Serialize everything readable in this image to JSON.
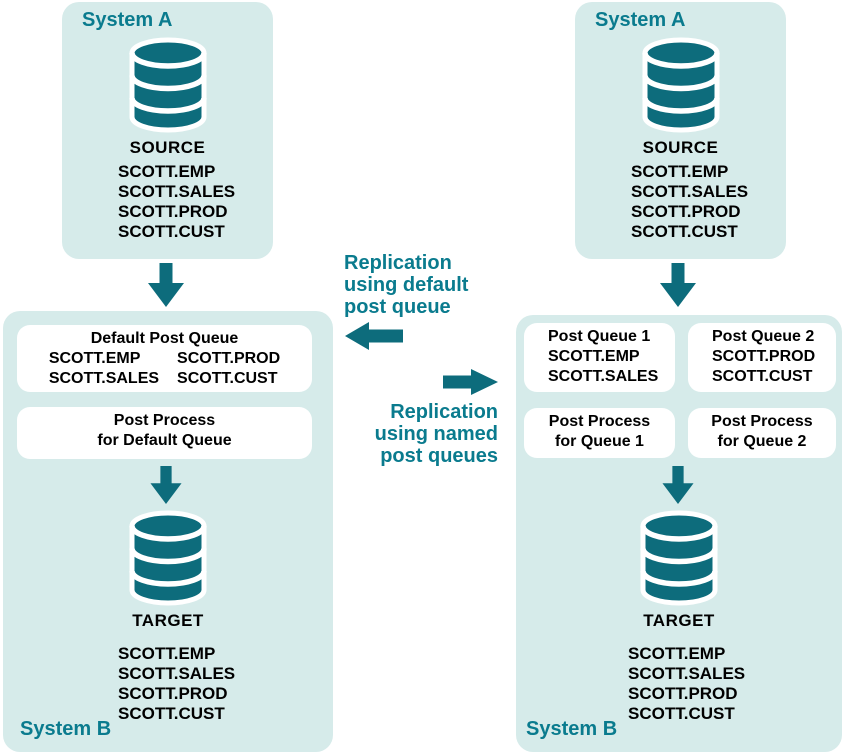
{
  "palette": {
    "teal_shape": "#0d6c7c",
    "teal_text": "#0a7b8e",
    "panel_bg": "#d6ebea",
    "box_bg": "#ffffff",
    "text": "#000000"
  },
  "panels": {
    "left_a": {
      "title": "System A",
      "db_label": "SOURCE",
      "tables": [
        "SCOTT.EMP",
        "SCOTT.SALES",
        "SCOTT.PROD",
        "SCOTT.CUST"
      ]
    },
    "right_a": {
      "title": "System A",
      "db_label": "SOURCE",
      "tables": [
        "SCOTT.EMP",
        "SCOTT.SALES",
        "SCOTT.PROD",
        "SCOTT.CUST"
      ]
    },
    "left_b": {
      "title": "System B",
      "queue": {
        "title": "Default Post Queue",
        "col1": [
          "SCOTT.EMP",
          "SCOTT.SALES"
        ],
        "col2": [
          "SCOTT.PROD",
          "SCOTT.CUST"
        ]
      },
      "process": [
        "Post Process",
        "for Default Queue"
      ],
      "db_label": "TARGET",
      "tables": [
        "SCOTT.EMP",
        "SCOTT.SALES",
        "SCOTT.PROD",
        "SCOTT.CUST"
      ]
    },
    "right_b": {
      "title": "System B",
      "queue1": {
        "title": "Post Queue 1",
        "tables": [
          "SCOTT.EMP",
          "SCOTT.SALES"
        ]
      },
      "queue2": {
        "title": "Post Queue 2",
        "tables": [
          "SCOTT.PROD",
          "SCOTT.CUST"
        ]
      },
      "process1": [
        "Post Process",
        "for Queue 1"
      ],
      "process2": [
        "Post Process",
        "for Queue 2"
      ],
      "db_label": "TARGET",
      "tables": [
        "SCOTT.EMP",
        "SCOTT.SALES",
        "SCOTT.PROD",
        "SCOTT.CUST"
      ]
    }
  },
  "center": {
    "default_lines": [
      "Replication",
      "using default",
      "post queue"
    ],
    "named_lines": [
      "Replication",
      "using named",
      "post queues"
    ]
  }
}
